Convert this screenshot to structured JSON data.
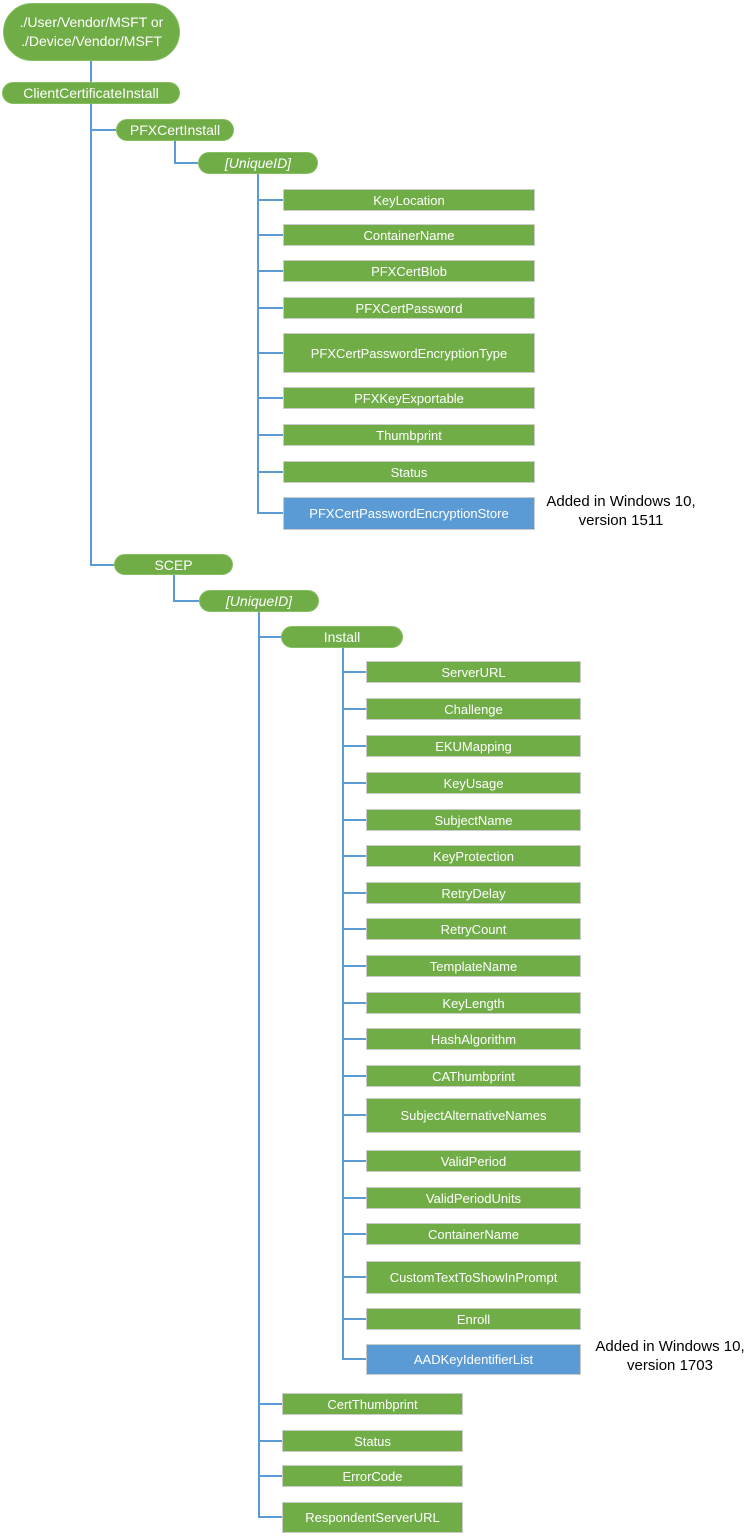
{
  "colors": {
    "green": "#70AD47",
    "blue": "#5B9BD5",
    "connector": "#5B9BD5"
  },
  "tree": {
    "root_label": "./User/Vendor/MSFT or\n./Device/Vendor/MSFT",
    "client_certificate_install": "ClientCertificateInstall",
    "pfx_cert_install": {
      "label": "PFXCertInstall",
      "unique_id_label": "[UniqueID]",
      "children": [
        "KeyLocation",
        "ContainerName",
        "PFXCertBlob",
        "PFXCertPassword",
        "PFXCertPasswordEncryptionType",
        "PFXKeyExportable",
        "Thumbprint",
        "Status",
        "PFXCertPasswordEncryptionStore"
      ],
      "highlighted_child": "PFXCertPasswordEncryptionStore",
      "annotation": "Added in Windows 10,\nversion 1511"
    },
    "scep": {
      "label": "SCEP",
      "unique_id_label": "[UniqueID]",
      "install": {
        "label": "Install",
        "children": [
          "ServerURL",
          "Challenge",
          "EKUMapping",
          "KeyUsage",
          "SubjectName",
          "KeyProtection",
          "RetryDelay",
          "RetryCount",
          "TemplateName",
          "KeyLength",
          "HashAlgorithm",
          "CAThumbprint",
          "SubjectAlternativeNames",
          "ValidPeriod",
          "ValidPeriodUnits",
          "ContainerName",
          "CustomTextToShowInPrompt",
          "Enroll",
          "AADKeyIdentifierList"
        ],
        "highlighted_child": "AADKeyIdentifierList",
        "annotation": "Added in Windows 10,\nversion 1703"
      },
      "children": [
        "CertThumbprint",
        "Status",
        "ErrorCode",
        "RespondentServerURL"
      ]
    }
  }
}
